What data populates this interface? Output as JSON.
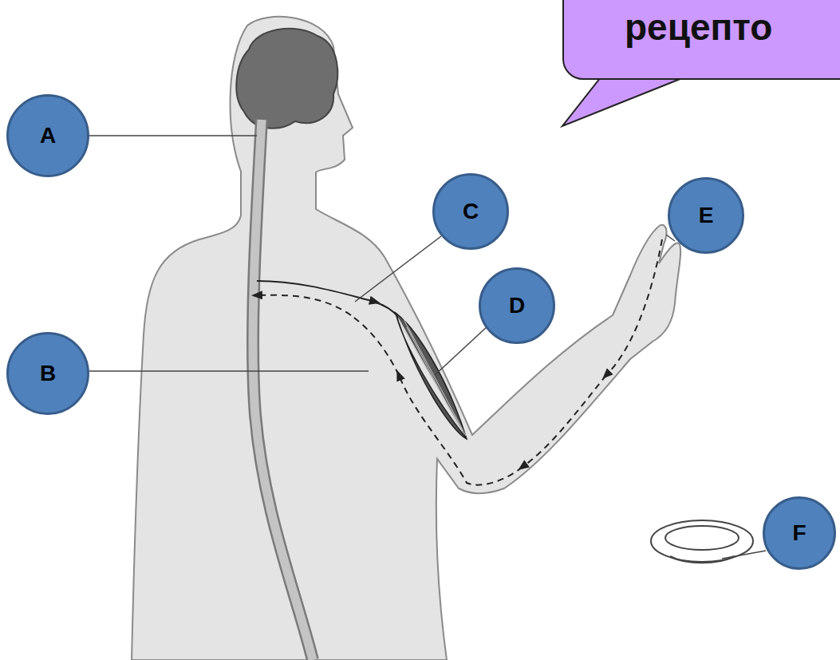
{
  "diagram": {
    "nodes": [
      {
        "text": [
          "рецепто"
        ]
      },
      {
        "text": [
          "A"
        ]
      },
      {
        "text": [
          "C"
        ]
      },
      {
        "text": [
          "E"
        ]
      },
      {
        "text": [
          "D"
        ]
      },
      {
        "text": [
          "B"
        ]
      },
      {
        "text": [
          "F"
        ]
      }
    ]
  }
}
